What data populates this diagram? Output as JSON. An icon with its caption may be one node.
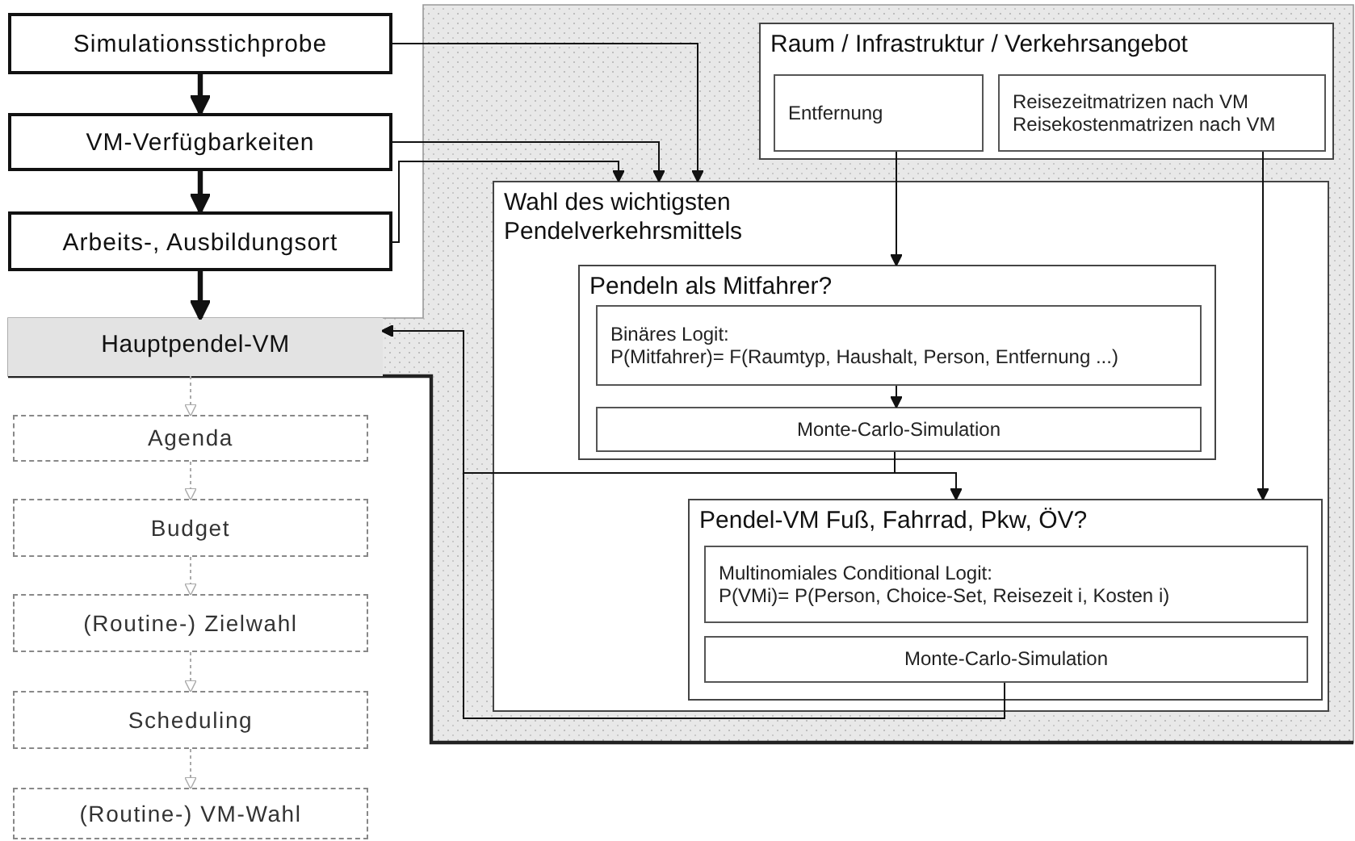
{
  "diagram": {
    "nodes": [
      {
        "text": [
          "Simulationsstichprobe"
        ]
      },
      {
        "text": [
          "VM-Verfügbarkeiten"
        ]
      },
      {
        "text": [
          "Arbeits-, Ausbildungsort"
        ]
      },
      {
        "text": [
          "Hauptpendel-VM"
        ]
      },
      {
        "text": [
          "Agenda"
        ]
      },
      {
        "text": [
          "Budget"
        ]
      },
      {
        "text": [
          "(Routine-) Zielwahl"
        ]
      },
      {
        "text": [
          "Scheduling"
        ]
      },
      {
        "text": [
          "(Routine-) VM-Wahl"
        ]
      },
      {
        "text": [
          "Raum / Infrastruktur / Verkehrsangebot"
        ]
      },
      {
        "text": [
          "Entfernung"
        ],
        "in": 9
      },
      {
        "text": [
          "Reisezeitmatrizen nach VM",
          "Reisekostenmatrizen nach VM"
        ],
        "in": 9
      },
      {
        "text": [
          "Wahl des wichtigsten Pendelverkehrsmittels"
        ]
      },
      {
        "text": [
          "Pendeln als Mitfahrer?"
        ],
        "in": 12
      },
      {
        "text": [
          "Binäres Logit:",
          "P(Mitfahrer)= F(Raumtyp, Haushalt, Person, Entfernung ...)"
        ],
        "in": 13
      },
      {
        "text": [
          "Monte-Carlo-Simulation"
        ],
        "in": 13
      },
      {
        "text": [
          "Pendel-VM Fuß, Fahrrad, Pkw, ÖV?"
        ],
        "in": 12
      },
      {
        "text": [
          "Multinomiales Conditional Logit:",
          "P(VMi)= P(Person, Choice-Set, Reisezeit i, Kosten i)"
        ],
        "in": 16
      },
      {
        "text": [
          "Monte-Carlo-Simulation"
        ],
        "in": 16
      }
    ],
    "edges": [
      {
        "from": 0,
        "to": 1,
        "arrow": "to",
        "style": "thick"
      },
      {
        "from": 1,
        "to": 2,
        "arrow": "to",
        "style": "thick"
      },
      {
        "from": 2,
        "to": 3,
        "arrow": "to",
        "style": "thick"
      },
      {
        "from": 3,
        "to": 4,
        "arrow": "to",
        "style": "dashed",
        "color": "#aaaaaa"
      },
      {
        "from": 4,
        "to": 5,
        "arrow": "to",
        "style": "dashed",
        "color": "#aaaaaa"
      },
      {
        "from": 5,
        "to": 6,
        "arrow": "to",
        "style": "dashed",
        "color": "#aaaaaa"
      },
      {
        "from": 6,
        "to": 7,
        "arrow": "to",
        "style": "dashed",
        "color": "#aaaaaa"
      },
      {
        "from": 7,
        "to": 8,
        "arrow": "to",
        "style": "dashed",
        "color": "#aaaaaa"
      },
      {
        "from": 0,
        "to": 12,
        "arrow": "to"
      },
      {
        "from": 1,
        "to": 12,
        "arrow": "to"
      },
      {
        "from": 2,
        "to": 12,
        "arrow": "to"
      },
      {
        "from": 10,
        "to": 13,
        "arrow": "to"
      },
      {
        "from": 14,
        "to": 15,
        "arrow": "to"
      },
      {
        "from": 15,
        "to": 16,
        "arrow": "to"
      },
      {
        "from": 15,
        "to": 3,
        "arrow": "to"
      },
      {
        "from": 11,
        "to": 16,
        "arrow": "to"
      },
      {
        "from": 18,
        "to": 3,
        "arrow": "to"
      }
    ]
  }
}
